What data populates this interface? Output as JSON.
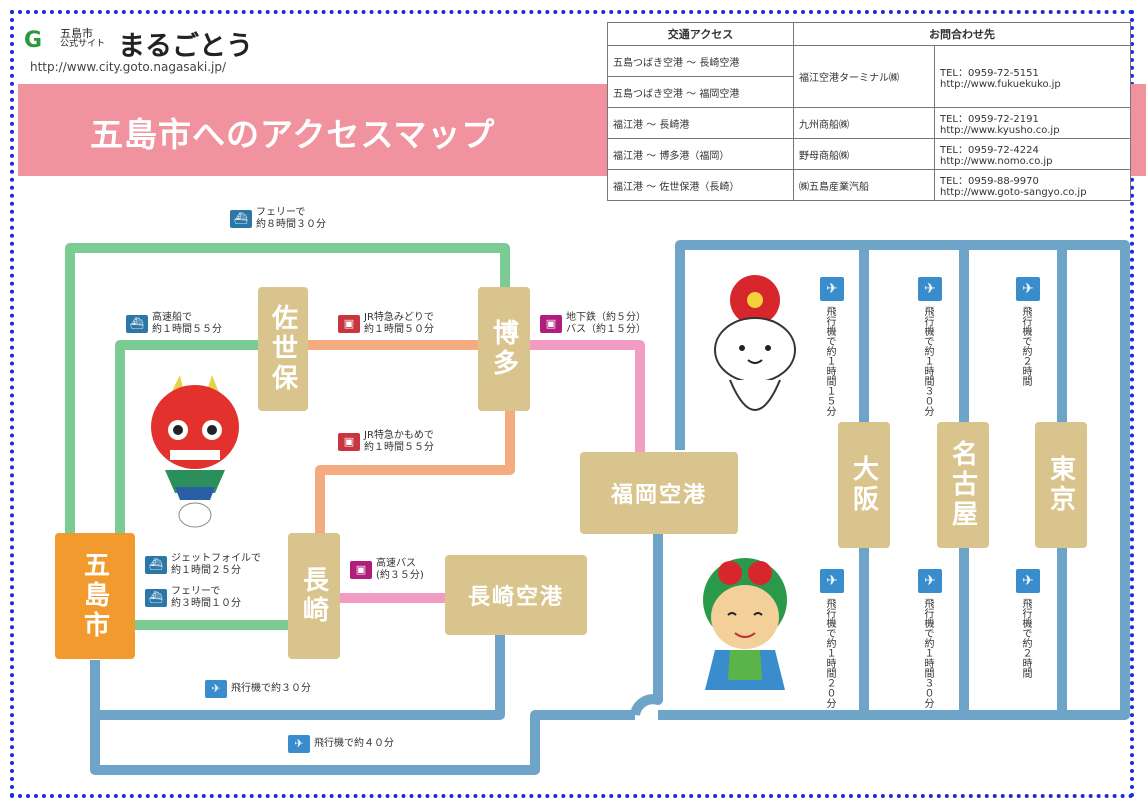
{
  "logo": {
    "mark": "G",
    "sub_top": "五島市",
    "sub_bottom": "公式サイト",
    "name": "まるごとう",
    "url": "http://www.city.goto.nagasaki.jp/"
  },
  "title": "五島市へのアクセスマップ",
  "table": {
    "headers": [
      "交通アクセス",
      "お問合わせ先"
    ],
    "rows": [
      {
        "route": "五島つばき空港 〜 長崎空港",
        "company": "福江空港ターミナル㈱",
        "contact": "TEL：0959-72-5151\nhttp://www.fukuekuko.jp"
      },
      {
        "route": "五島つばき空港 〜 福岡空港"
      },
      {
        "route": "福江港 〜 長崎港",
        "company": "九州商船㈱",
        "contact": "TEL：0959-72-2191\nhttp://www.kyusho.co.jp"
      },
      {
        "route": "福江港 〜 博多港（福岡）",
        "company": "野母商船㈱",
        "contact": "TEL：0959-72-4224\nhttp://www.nomo.co.jp"
      },
      {
        "route": "福江港 〜 佐世保港（長崎）",
        "company": "㈱五島産業汽船",
        "contact": "TEL：0959-88-9970\nhttp://www.goto-sangyo.co.jp"
      }
    ]
  },
  "nodes": {
    "goto": "五島市",
    "sasebo": "佐世保",
    "hakata": "博多",
    "nagasaki": "長崎",
    "nagasaki_airport": "長崎空港",
    "fukuoka_airport": "福岡空港",
    "osaka": "大阪",
    "nagoya": "名古屋",
    "tokyo": "東京"
  },
  "labels": {
    "ferry_hakata": "フェリーで\n約８時間３０分",
    "fast_sasebo": "高速船で\n約１時間５５分",
    "jr_midori": "JR特急みどりで\n約１時間５０分",
    "subway": "地下鉄（約５分）\nバス（約１５分）",
    "jr_kamome": "JR特急かもめで\n約１時間５５分",
    "jetfoil": "ジェットフォイルで\n約１時間２５分",
    "ferry_nagasaki": "フェリーで\n約３時間１０分",
    "highway_bus": "高速バス\n(約３５分)",
    "plane_30": "飛行機で約３０分",
    "plane_40": "飛行機で約４０分",
    "osaka_up": "飛行機で約１時間１５分",
    "nagoya_up": "飛行機で約１時間３０分",
    "tokyo_up": "飛行機で約２時間",
    "osaka_down": "飛行機で約１時間２０分",
    "nagoya_down": "飛行機で約１時間３０分",
    "tokyo_down": "飛行機で約２時間"
  },
  "colors": {
    "border": "#1a2ed8",
    "banner": "#f0939e",
    "node": "#d8c48c",
    "goto_node": "#f39a2e",
    "ferry_route": "#7ccb93",
    "train_route": "#f4ab80",
    "bus_route": "#f29cc4",
    "air_route": "#6ea4c8"
  }
}
